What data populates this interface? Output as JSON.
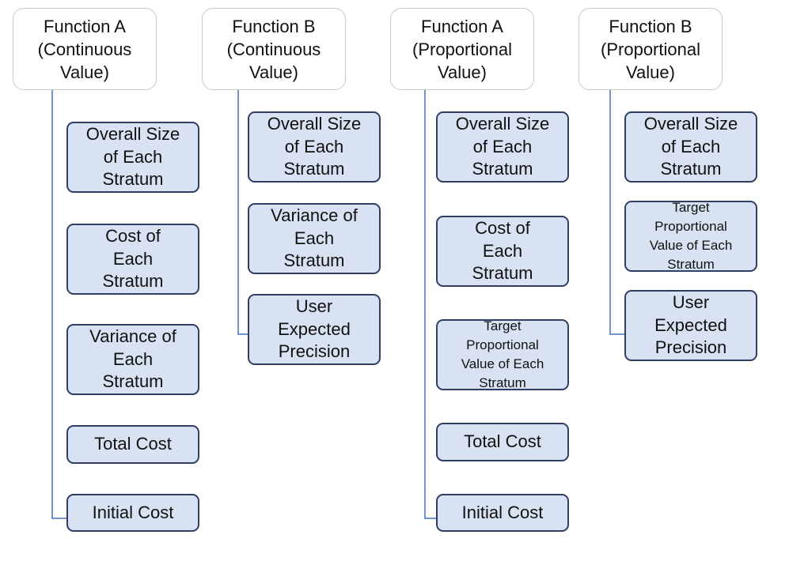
{
  "colors": {
    "connector": "#4472c4",
    "box_fill": "#d9e2f3",
    "box_border": "#2f3f63",
    "header_border": "#c9c9c9"
  },
  "columns": [
    {
      "title": "Function A\n(Continuous\nValue)",
      "items": [
        "Overall Size\nof Each\nStratum",
        "Cost of\nEach\nStratum",
        "Variance of\nEach\nStratum",
        "Total Cost",
        "Initial Cost"
      ]
    },
    {
      "title": "Function B\n(Continuous\nValue)",
      "items": [
        "Overall Size\nof Each\nStratum",
        "Variance of\nEach\nStratum",
        "User\nExpected\nPrecision"
      ]
    },
    {
      "title": "Function A\n(Proportional\nValue)",
      "items": [
        "Overall Size\nof Each\nStratum",
        "Cost of\nEach\nStratum",
        "Target\nProportional\nValue of Each\nStratum",
        "Total Cost",
        "Initial Cost"
      ]
    },
    {
      "title": "Function B\n(Proportional\nValue)",
      "items": [
        "Overall Size\nof Each\nStratum",
        "Target\nProportional\nValue of Each\nStratum",
        "User\nExpected\nPrecision"
      ]
    }
  ]
}
